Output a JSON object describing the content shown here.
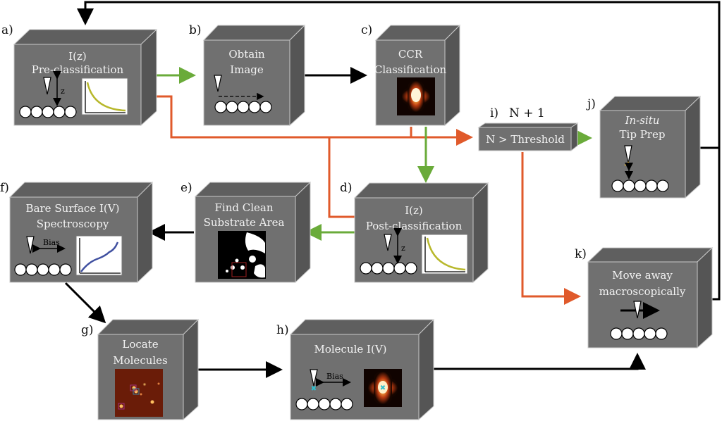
{
  "diagram": {
    "boxes": {
      "a": {
        "label": "a)",
        "lines": [
          "I(z)",
          "Pre-classification"
        ],
        "z_label": "z"
      },
      "b": {
        "label": "b)",
        "lines": [
          "Obtain",
          "Image"
        ]
      },
      "c": {
        "label": "c)",
        "lines": [
          "CCR",
          "Classification"
        ]
      },
      "d": {
        "label": "d)",
        "lines": [
          "I(z)",
          "Post-classification"
        ],
        "z_label": "z"
      },
      "e": {
        "label": "e)",
        "lines": [
          "Find Clean",
          "Substrate Area"
        ]
      },
      "f": {
        "label": "f)",
        "lines": [
          "Bare Surface I(V)",
          "Spectroscopy"
        ],
        "bias_label": "Bias"
      },
      "g": {
        "label": "g)",
        "lines": [
          "Locate",
          "Molecules"
        ]
      },
      "h": {
        "label": "h)",
        "lines": [
          "Molecule I(V)"
        ],
        "bias_label": "Bias"
      },
      "i": {
        "label": "i)",
        "counter": "N + 1",
        "condition": "N > Threshold"
      },
      "j": {
        "label": "j)",
        "lines_italic": "In-situ",
        "lines": [
          "Tip Prep"
        ]
      },
      "k": {
        "label": "k)",
        "lines": [
          "Move away",
          "macroscopically"
        ]
      }
    },
    "colors": {
      "success_arrow": "#6aab3a",
      "failure_arrow": "#e05a2b",
      "flow_arrow": "#000000",
      "box_face": "#707070"
    },
    "edges": [
      {
        "from": "a",
        "to": "b",
        "type": "success"
      },
      {
        "from": "a",
        "to": "i",
        "type": "failure"
      },
      {
        "from": "b",
        "to": "c",
        "type": "flow"
      },
      {
        "from": "c",
        "to": "d",
        "type": "success"
      },
      {
        "from": "c",
        "to": "i",
        "type": "failure"
      },
      {
        "from": "d",
        "to": "e",
        "type": "success"
      },
      {
        "from": "d",
        "to": "i",
        "type": "failure"
      },
      {
        "from": "e",
        "to": "f",
        "type": "flow"
      },
      {
        "from": "f",
        "to": "g",
        "type": "flow"
      },
      {
        "from": "g",
        "to": "h",
        "type": "flow"
      },
      {
        "from": "h",
        "to": "k",
        "type": "flow"
      },
      {
        "from": "i",
        "to": "j",
        "type": "success"
      },
      {
        "from": "i",
        "to": "k",
        "type": "failure"
      },
      {
        "from": "j",
        "to": "a",
        "type": "flow"
      },
      {
        "from": "k",
        "to": "a",
        "type": "flow"
      }
    ]
  }
}
